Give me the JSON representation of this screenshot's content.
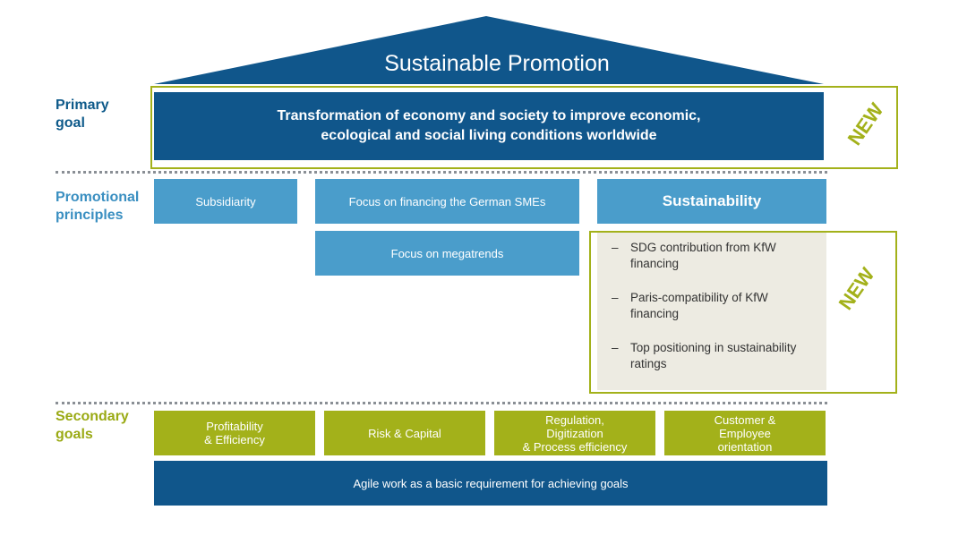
{
  "roof": {
    "title": "Sustainable Promotion"
  },
  "labels": {
    "primary": "Primary\ngoal",
    "principles": "Promotional\nprinciples",
    "secondary": "Secondary\ngoals"
  },
  "primary_goal": "Transformation of economy and society to improve economic,\necological and social living conditions worldwide",
  "new_badge": "NEW",
  "principles": {
    "subsidiarity": "Subsidiarity",
    "sme": "Focus on financing the German SMEs",
    "megatrends": "Focus on megatrends",
    "sustainability": "Sustainability",
    "sustainability_items": [
      "SDG contribution from KfW financing",
      "Paris-compatibility of KfW financing",
      "Top positioning in sustainability ratings"
    ],
    "dash": "–"
  },
  "secondary_goals": [
    "Profitability\n& Efficiency",
    "Risk & Capital",
    "Regulation,\nDigitization\n& Process efficiency",
    "Customer &\nEmployee\norientation"
  ],
  "foundation": "Agile work as a basic requirement for achieving goals",
  "colors": {
    "dark_blue": "#10568b",
    "light_blue": "#4a9dcb",
    "olive": "#a3b11a",
    "beige": "#edebe2"
  }
}
